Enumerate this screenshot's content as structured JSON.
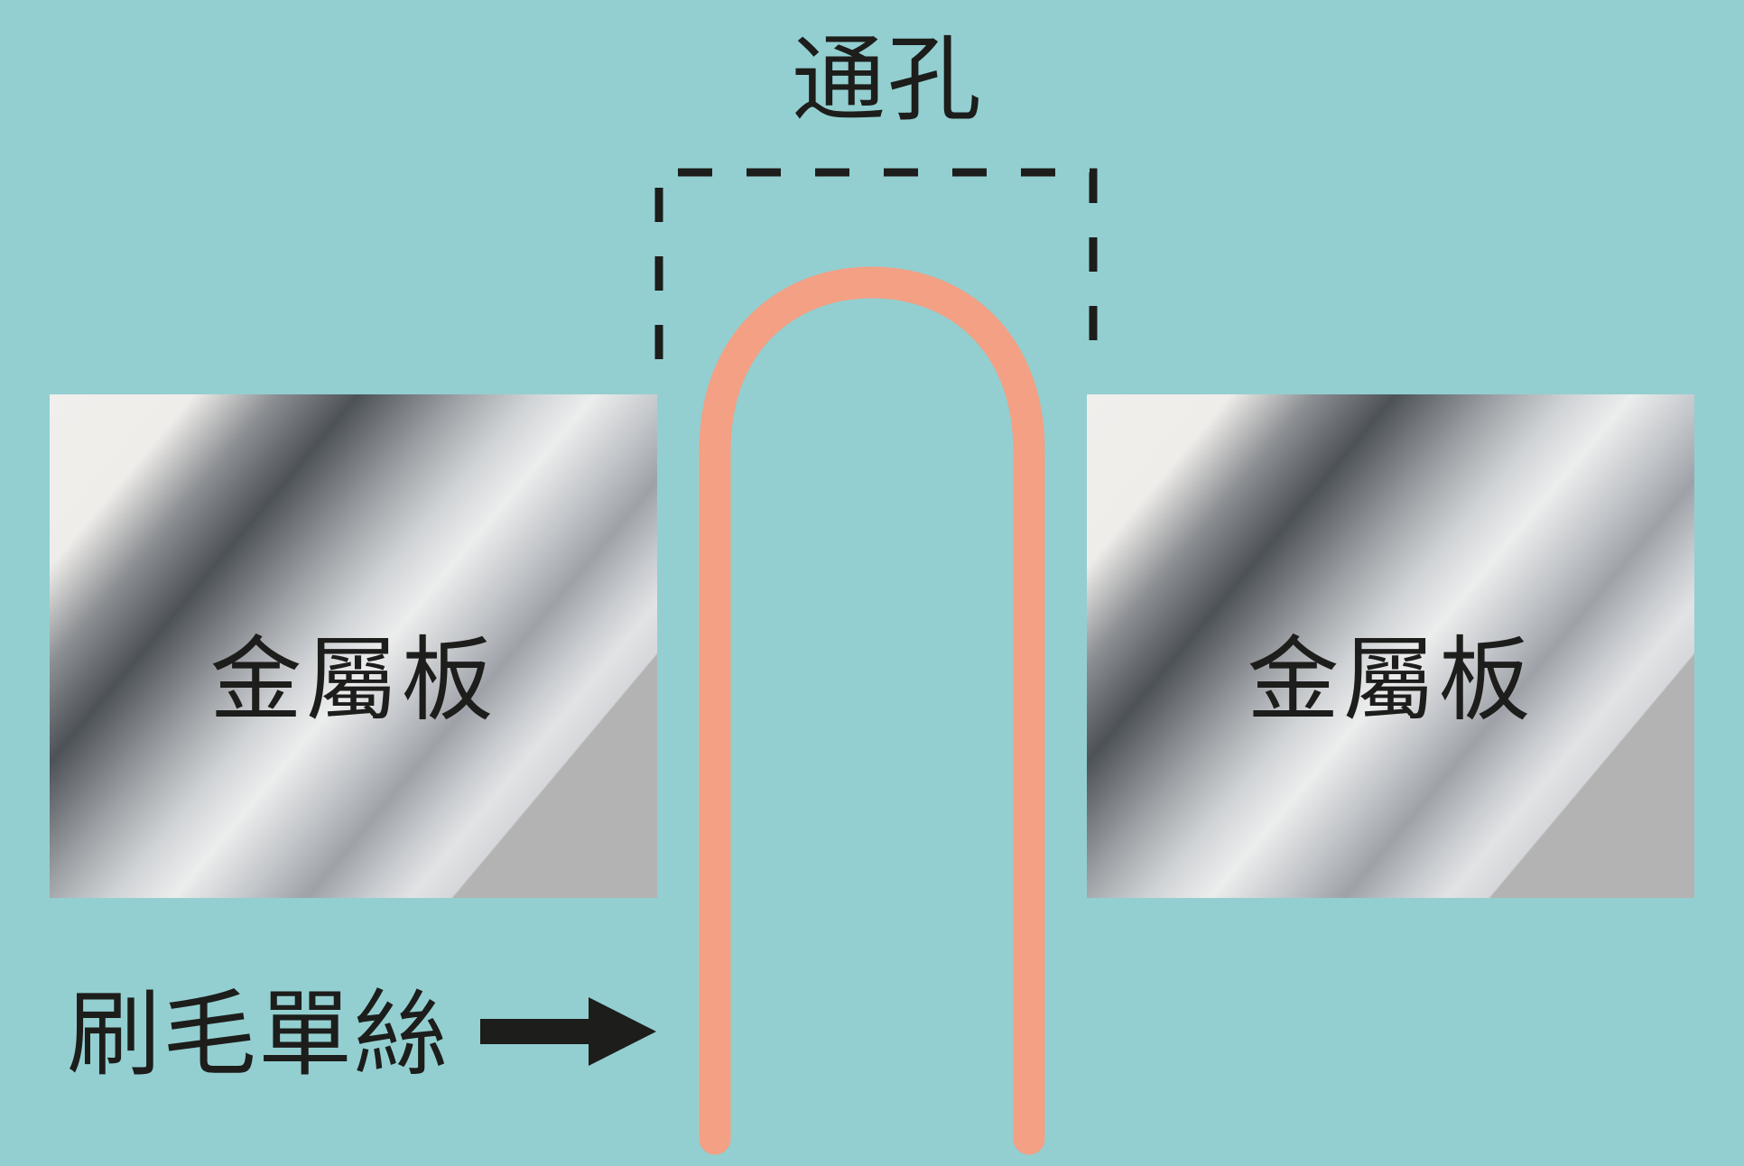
{
  "diagram": {
    "title": "通孔",
    "plates": [
      {
        "id": "left",
        "label": "金屬板"
      },
      {
        "id": "right",
        "label": "金屬板"
      }
    ],
    "filament": {
      "label": "刷毛單絲",
      "arrow_direction": "right"
    },
    "via_hole_marker": "dashed-box",
    "colors": {
      "background": "#93cfd0",
      "filament": "#f3a084",
      "text": "#1d1d1b",
      "dashed_box": "#1d1d1b",
      "plate_flat_corner": "#b3b3b3"
    }
  }
}
